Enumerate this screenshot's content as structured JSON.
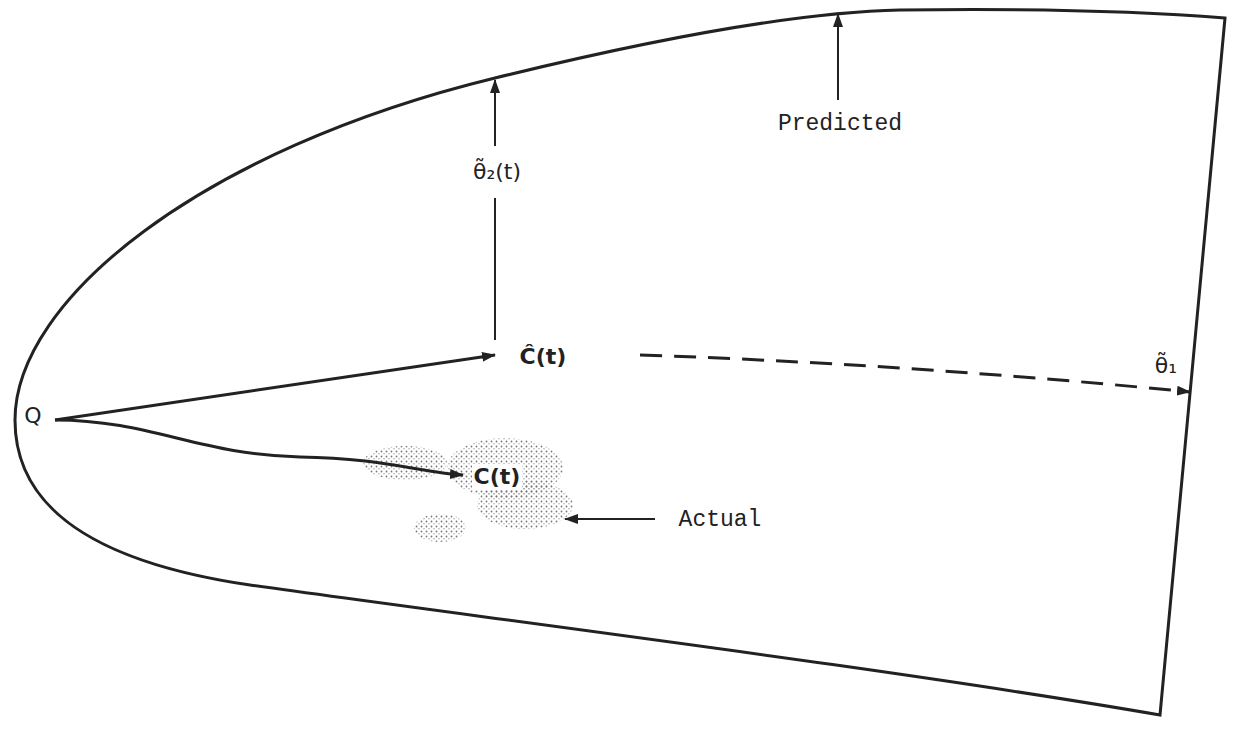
{
  "diagram": {
    "labels": [
      "Predicted",
      "θ̃₂(t)",
      "Ĉ(t)",
      "θ̃₁",
      "Q",
      "C(t)",
      "Actual"
    ]
  }
}
